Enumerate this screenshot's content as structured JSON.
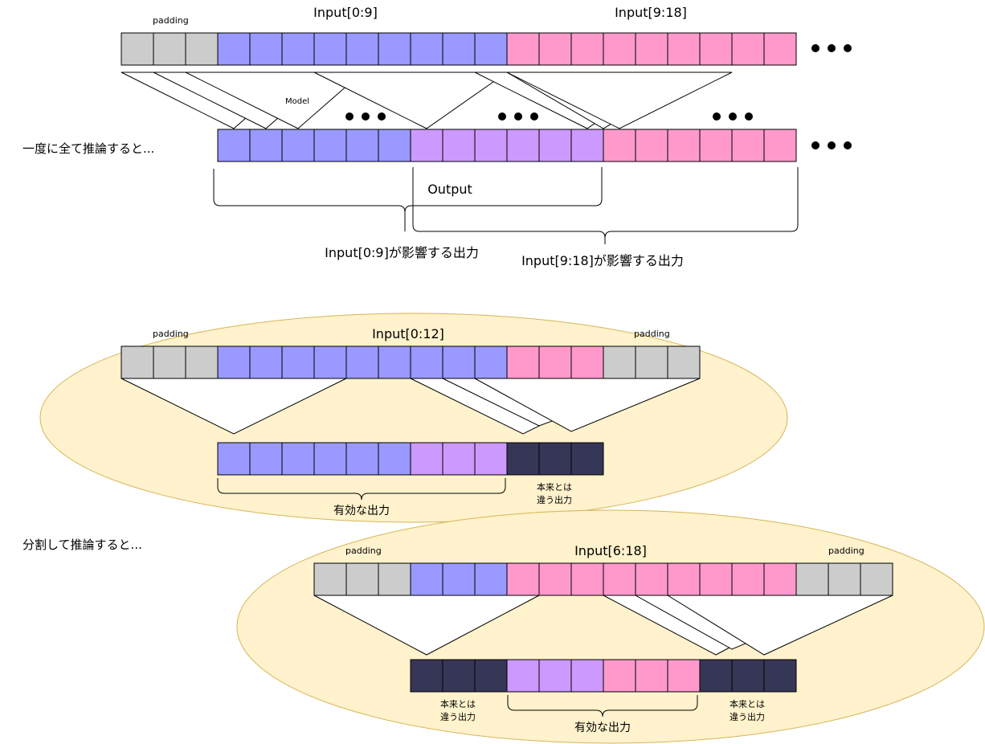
{
  "colors": {
    "padding": "#cccccc",
    "input_a": "#9999ff",
    "mixed": "#cc99ff",
    "input_b": "#ff99cc",
    "wrong": "#363657",
    "ellipse_fill": "#fff2cc",
    "ellipse_stroke": "#d6b656"
  },
  "top": {
    "padding_label": "padding",
    "input_a_label": "Input[0:9]",
    "input_b_label": "Input[9:18]",
    "model_label": "Model",
    "output_label": "Output",
    "full_inference_label": "一度に全て推論すると...",
    "affect_a_label": "Input[0:9]が影響する出力",
    "affect_b_label": "Input[9:18]が影響する出力",
    "input_row": [
      "padding",
      "padding",
      "padding",
      "input_a",
      "input_a",
      "input_a",
      "input_a",
      "input_a",
      "input_a",
      "input_a",
      "input_a",
      "input_a",
      "input_b",
      "input_b",
      "input_b",
      "input_b",
      "input_b",
      "input_b",
      "input_b",
      "input_b",
      "input_b"
    ],
    "output_row": [
      "input_a",
      "input_a",
      "input_a",
      "input_a",
      "input_a",
      "input_a",
      "mixed",
      "mixed",
      "mixed",
      "mixed",
      "mixed",
      "mixed",
      "input_b",
      "input_b",
      "input_b",
      "input_b",
      "input_b",
      "input_b"
    ]
  },
  "split_label": "分割して推論すると...",
  "chunk1": {
    "padding_left_label": "padding",
    "input_label": "Input[0:12]",
    "padding_right_label": "padding",
    "valid_label": "有効な出力",
    "wrong_label_line1": "本来とは",
    "wrong_label_line2": "違う出力",
    "input_row": [
      "padding",
      "padding",
      "padding",
      "input_a",
      "input_a",
      "input_a",
      "input_a",
      "input_a",
      "input_a",
      "input_a",
      "input_a",
      "input_a",
      "input_b",
      "input_b",
      "input_b",
      "padding",
      "padding",
      "padding"
    ],
    "output_row": [
      "input_a",
      "input_a",
      "input_a",
      "input_a",
      "input_a",
      "input_a",
      "mixed",
      "mixed",
      "mixed",
      "wrong",
      "wrong",
      "wrong"
    ]
  },
  "chunk2": {
    "padding_left_label": "padding",
    "input_label": "Input[6:18]",
    "padding_right_label": "padding",
    "valid_label": "有効な出力",
    "wrong_left_line1": "本来とは",
    "wrong_left_line2": "違う出力",
    "wrong_right_line1": "本来とは",
    "wrong_right_line2": "違う出力",
    "input_row": [
      "padding",
      "padding",
      "padding",
      "input_a",
      "input_a",
      "input_a",
      "input_b",
      "input_b",
      "input_b",
      "input_b",
      "input_b",
      "input_b",
      "input_b",
      "input_b",
      "input_b",
      "padding",
      "padding",
      "padding"
    ],
    "output_row": [
      "wrong",
      "wrong",
      "wrong",
      "mixed",
      "mixed",
      "mixed",
      "input_b",
      "input_b",
      "input_b",
      "wrong",
      "wrong",
      "wrong"
    ]
  }
}
